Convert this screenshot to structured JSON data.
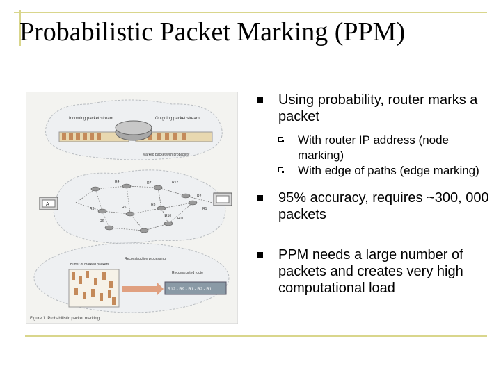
{
  "slide": {
    "title": "Probabilistic Packet Marking (PPM)",
    "bullets": [
      {
        "text": "Using probability, router marks a packet",
        "sub": [
          "With router IP address (node marking)",
          "With edge of paths (edge marking)"
        ]
      },
      {
        "text": "95% accuracy, requires ~300, 000 packets"
      },
      {
        "text": "PPM needs a large number of packets and creates very high computational load"
      }
    ]
  },
  "figure": {
    "incoming": "Incoming packet stream",
    "outgoing": "Outgoing packet stream",
    "marked": "Marked packet with probability",
    "routers": [
      "R4",
      "R7",
      "R3",
      "R5",
      "R8",
      "R6",
      "R10",
      "R11",
      "R2",
      "R1",
      "R12"
    ],
    "victim": "A",
    "buffer": "Buffer of marked packets",
    "recon": "Reconstruction processing",
    "route_label": "Reconstructed route",
    "route": "R12 - R9 - R1 - R2 - R1",
    "caption": "Figure 1. Probabilistic packet marking"
  },
  "colors": {
    "rule": "#d9d68c",
    "arrow": "#e0a080",
    "cloud": "#eef0f2"
  }
}
